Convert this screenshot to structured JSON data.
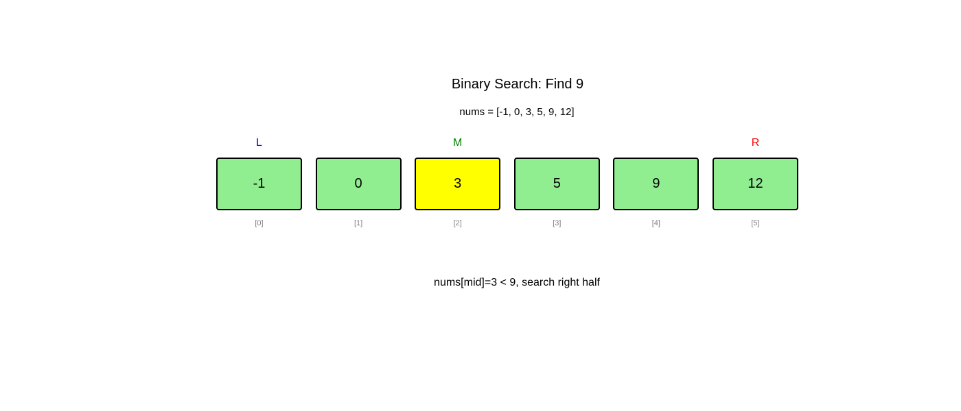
{
  "title": "Binary Search: Find 9",
  "subtitle": "nums = [-1, 0, 3, 5, 9, 12]",
  "status_text": "nums[mid]=3 < 9, search right half",
  "colors": {
    "background": "#ffffff",
    "cell_default": "#90EE90",
    "cell_mid_highlight": "#FFFF00",
    "cell_border": "#000000",
    "left_pointer": "#0000FF",
    "mid_pointer": "#008000",
    "right_pointer": "#FF0000",
    "index_label": "#808080",
    "text": "#000000"
  },
  "array": {
    "cells": [
      {
        "value": "-1",
        "index_label": "[0]",
        "pointer": "L",
        "pointer_color": "#0000FF",
        "bg": "#90EE90"
      },
      {
        "value": "0",
        "index_label": "[1]",
        "pointer": "",
        "pointer_color": "",
        "bg": "#90EE90"
      },
      {
        "value": "3",
        "index_label": "[2]",
        "pointer": "M",
        "pointer_color": "#008000",
        "bg": "#FFFF00"
      },
      {
        "value": "5",
        "index_label": "[3]",
        "pointer": "",
        "pointer_color": "",
        "bg": "#90EE90"
      },
      {
        "value": "9",
        "index_label": "[4]",
        "pointer": "",
        "pointer_color": "",
        "bg": "#90EE90"
      },
      {
        "value": "12",
        "index_label": "[5]",
        "pointer": "R",
        "pointer_color": "#FF0000",
        "bg": "#90EE90"
      }
    ]
  }
}
